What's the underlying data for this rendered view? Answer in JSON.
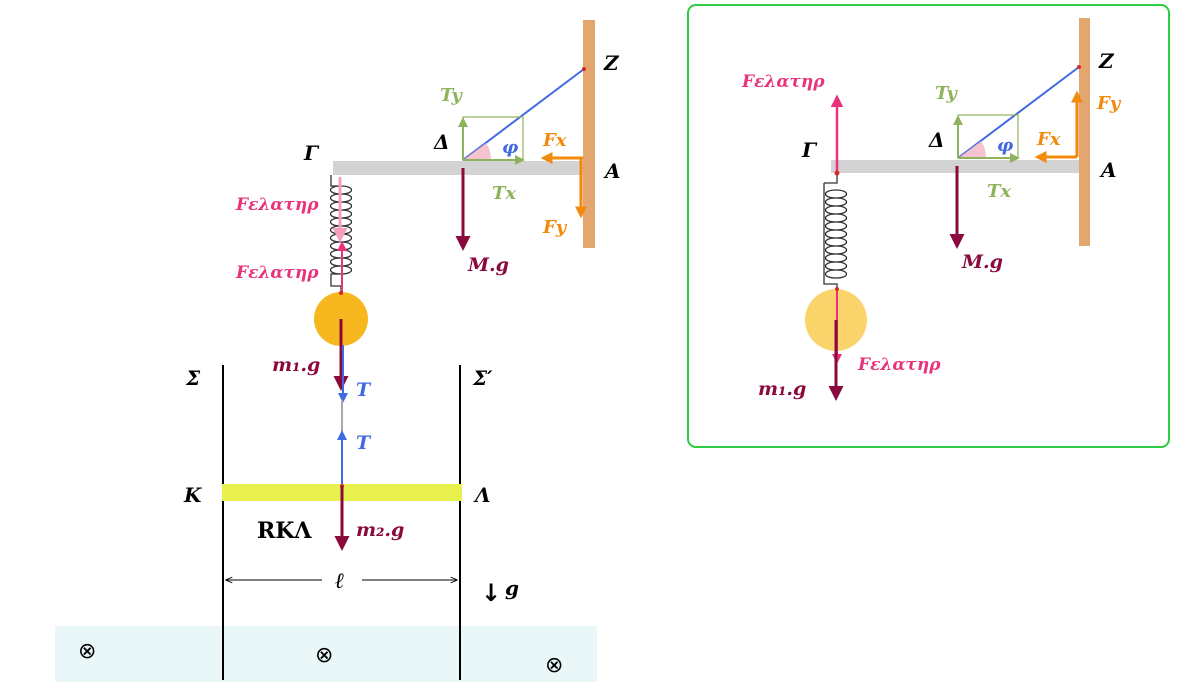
{
  "colors": {
    "rod": "#d3d3d3",
    "wall": "#e3a66e",
    "weight": "#8b0a3e",
    "spring_force": "#e8337c",
    "spring_force_light": "#f5a0b8",
    "tension": "#4169e1",
    "components": "#8fb35c",
    "wall_force": "#f28a0e",
    "ball_main": "#f7b71e",
    "ball_inset": "#fad46a",
    "bar_kl": "#e8f04e",
    "field_region": "#e9f7f9",
    "frame": "#2ecc40",
    "angle_marker": "#f3b6c3",
    "text": "#000000"
  },
  "main": {
    "labels": {
      "gamma": "Γ",
      "delta": "Δ",
      "z": "Z",
      "a": "A",
      "phi": "φ",
      "tx": "Tx",
      "ty": "Ty",
      "fx": "Fx",
      "fy": "Fy",
      "mg": "M.g",
      "f_spring_upper": "Fελατηρ",
      "f_spring_lower": "Fελατηρ",
      "m1g": "m₁.g",
      "t_upper": "T",
      "t_lower": "T",
      "sigma": "Σ",
      "sigma_prime": "Σ′",
      "k": "K",
      "lambda": "Λ",
      "r_kl": "RΚΛ",
      "m2g": "m₂.g",
      "ell": "ℓ",
      "g_arrow": "↓",
      "g": "g",
      "b_field_1": "⊗",
      "b_field_2": "⊗",
      "b_field_3": "⊗"
    }
  },
  "inset": {
    "labels": {
      "gamma": "Γ",
      "delta": "Δ",
      "z": "Z",
      "a": "A",
      "phi": "φ",
      "tx": "Tx",
      "ty": "Ty",
      "fx": "Fx",
      "fy": "Fy",
      "mg": "M.g",
      "f_spring_upper": "Fελατηρ",
      "f_spring_lower": "Fελατηρ",
      "m1g": "m₁.g"
    }
  }
}
